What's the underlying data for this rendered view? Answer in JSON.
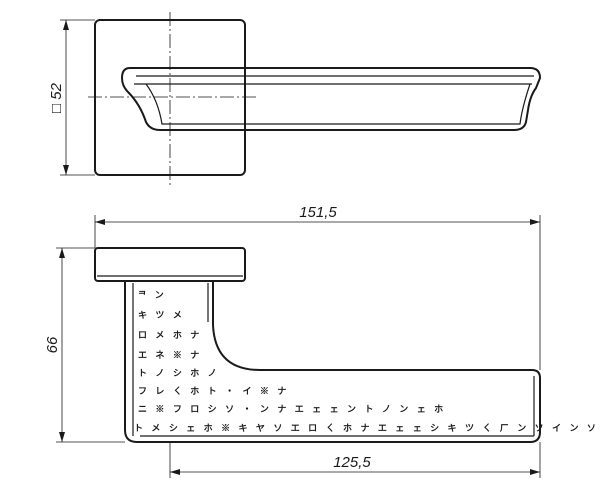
{
  "dimensions": {
    "rose_square": "□ 52",
    "overall_length": "151,5",
    "height": "66",
    "lever_length": "125,5"
  },
  "hatch_lines": [
    "ᄏ ン",
    "キ ツ メ",
    "ロ メ ホ ナ",
    "エ ネ ※ ナ",
    "ト ノ シ ホ ノ",
    "フ レ ㄑ ホ ト ・ イ ※ ナ",
    "ニ ※ フ ロ シ ソ ・ ン ナ エ ェ ェ ン ト ノ ン ェ ホ",
    "ト メ シ ェ ホ ※ キ ヤ ソ エ ロ ㄑ ホ ナ エ ェ ェ シ キ ツ ㄑ ㄏ ン ソ イ ン ソ イ"
  ]
}
